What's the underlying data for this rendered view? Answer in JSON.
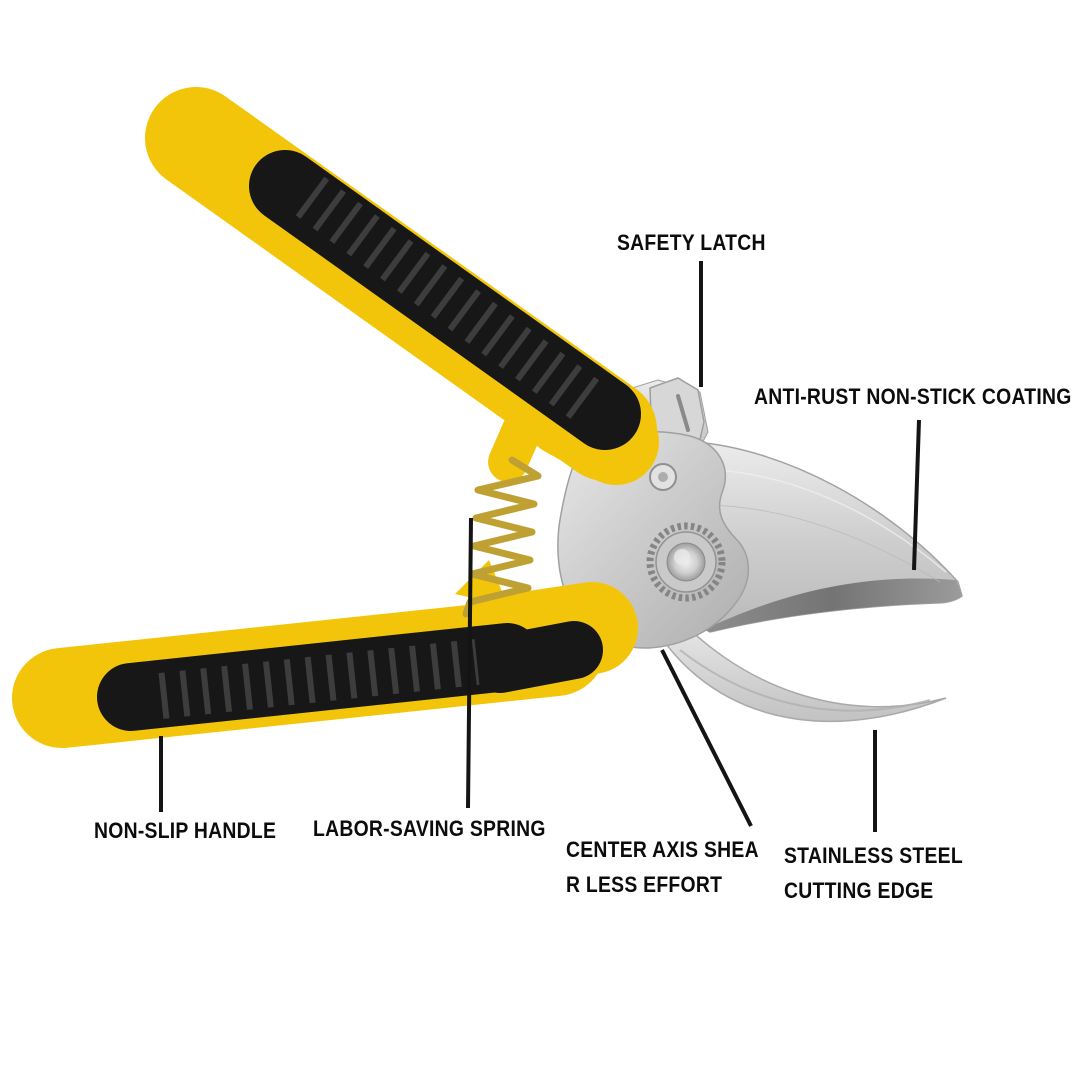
{
  "labels": {
    "safety_latch": "SAFETY LATCH",
    "anti_rust_coating": "ANTI-RUST NON-STICK COATING",
    "non_slip_handle": "NON-SLIP HANDLE",
    "labor_saving_spring": "LABOR-SAVING SPRING",
    "center_axis_line1": "CENTER AXIS SHEA",
    "center_axis_line2": "R LESS EFFORT",
    "stainless_steel_line1": "STAINLESS STEEL",
    "stainless_steel_line2": "CUTTING EDGE"
  },
  "colors": {
    "handle_yellow": "#f3c50a",
    "grip_black": "#171717",
    "grip_rib": "#3d3d3d",
    "spring_gold": "#bfa133",
    "label_text": "#0c0c0c",
    "leader_line": "#141414",
    "background": "#ffffff"
  }
}
